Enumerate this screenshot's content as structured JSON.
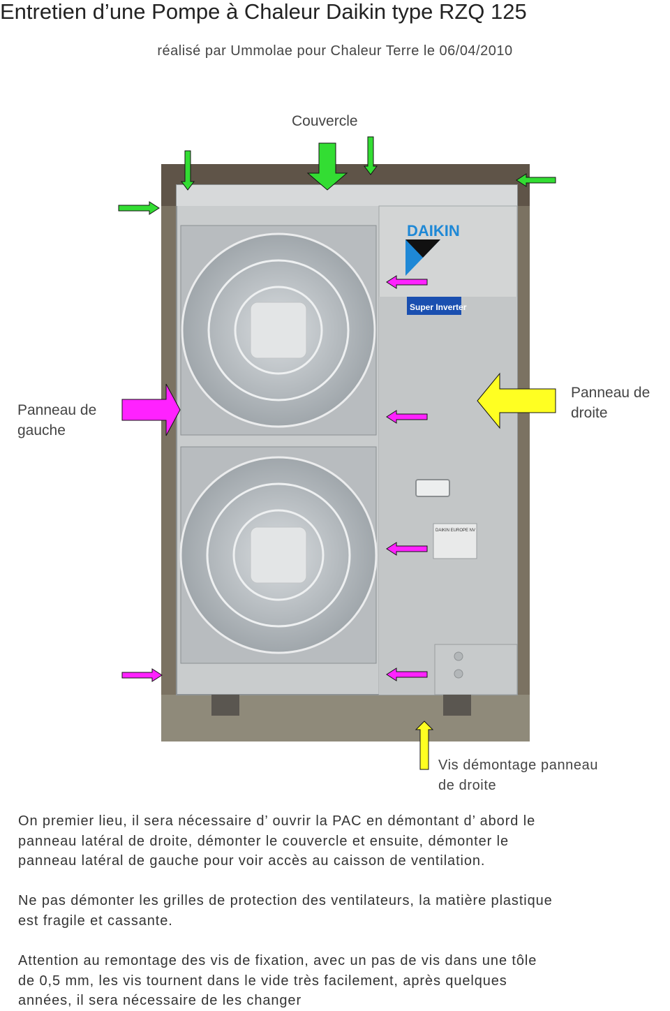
{
  "header": {
    "title": "Entretien d’une Pompe à Chaleur Daikin type RZQ 125",
    "subtitle": "réalisé par Ummolae pour Chaleur Terre le 06/04/2010"
  },
  "labels": {
    "couvercle": "Couvercle",
    "panneau_gauche": [
      "Panneau de",
      "gauche"
    ],
    "panneau_droite": [
      "Panneau de",
      "droite"
    ],
    "vis_demontage": [
      "Vis démontage panneau",
      "de droite"
    ]
  },
  "photo": {
    "brand": "DAIKIN",
    "badge": "Super Inverter",
    "plate": "DAIKIN EUROPE NV"
  },
  "colors": {
    "arrow_green": "#33dd33",
    "arrow_magenta": "#ff22ff",
    "arrow_yellow": "#ffff22"
  },
  "body": {
    "paragraphs": [
      [
        "On premier lieu, il sera nécessaire d’ ouvrir la PAC en démontant d’ abord le",
        "panneau latéral de droite, démonter le couvercle et ensuite, démonter le",
        "panneau latéral de gauche pour voir accès au caisson de ventilation."
      ],
      [
        "Ne pas démonter les grilles de protection des ventilateurs, la matière plastique",
        "est fragile et cassante."
      ],
      [
        "Attention au remontage des vis de fixation, avec un pas de vis dans une tôle",
        "de 0,5 mm, les vis tournent dans le vide très facilement, après quelques",
        "années, il sera nécessaire de les changer"
      ]
    ]
  }
}
